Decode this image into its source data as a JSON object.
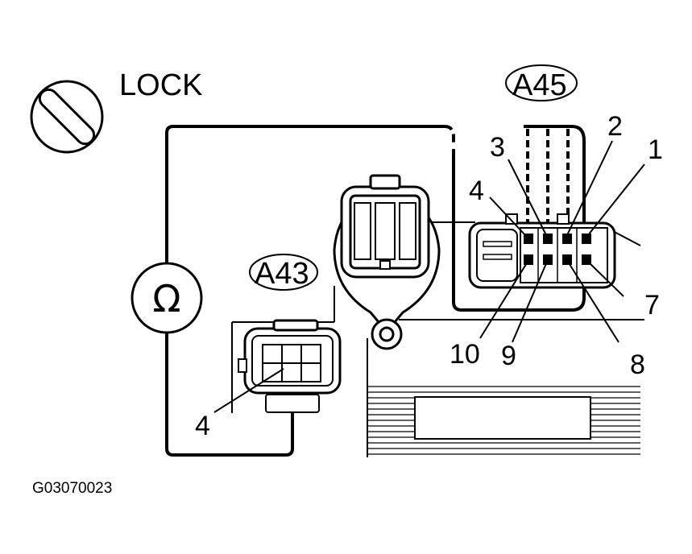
{
  "diagram": {
    "mode_label": "LOCK",
    "connector_a45": "A45",
    "connector_a43": "A43",
    "a43_pin": "4",
    "a45_pins": {
      "p1": "1",
      "p2": "2",
      "p3": "3",
      "p4": "4",
      "p7": "7",
      "p8": "8",
      "p9": "9",
      "p10": "10"
    },
    "figure_code": "G03070023",
    "meter_symbol": "Ω",
    "icons": {
      "switch": "ignition-lock-switch-icon",
      "meter": "ohmmeter-icon"
    }
  }
}
